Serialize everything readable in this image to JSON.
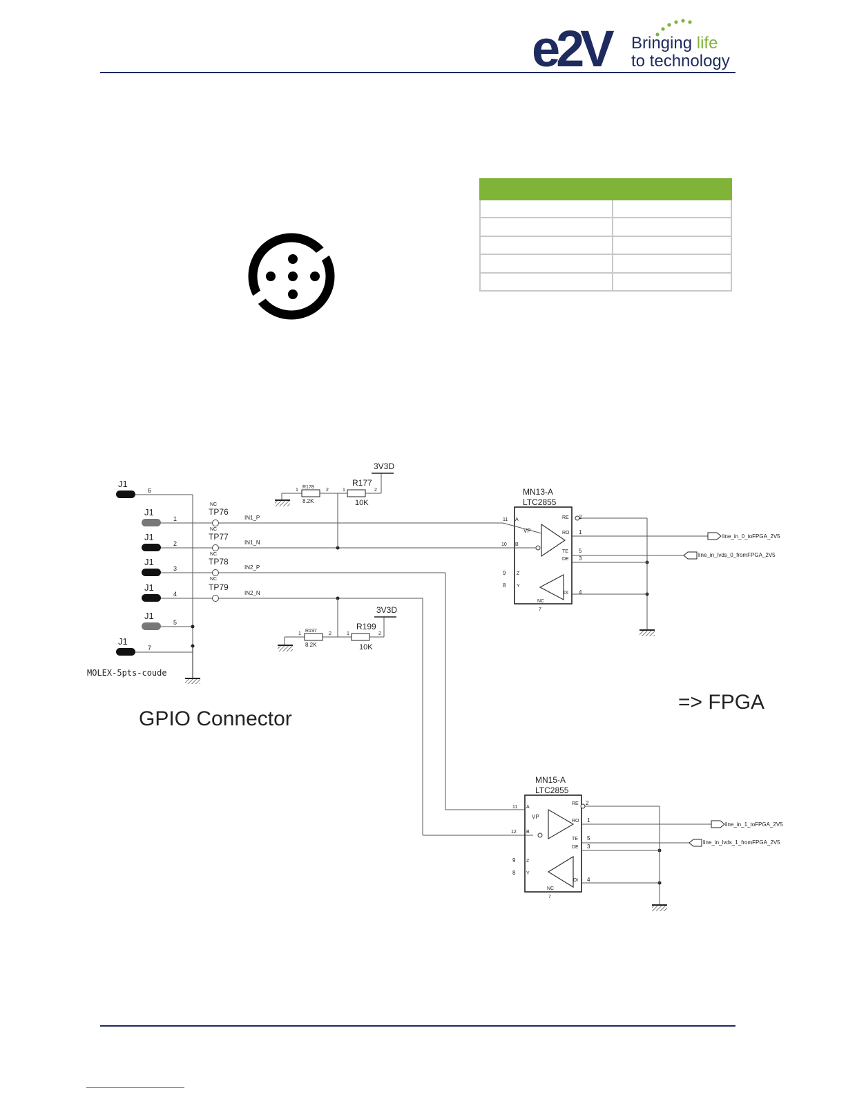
{
  "brand": {
    "logo_text": "e2V",
    "tagline_line1": "Bringing life",
    "tagline_line2": "to technology",
    "colors": {
      "navy": "#1d2b5e",
      "green": "#7fb438"
    }
  },
  "connector_icon": "round-5-pin-connector-icon",
  "pin_table": {
    "header": [
      "",
      ""
    ],
    "rows": [
      [
        "",
        ""
      ],
      [
        "",
        ""
      ],
      [
        "",
        ""
      ],
      [
        "",
        ""
      ],
      [
        "",
        ""
      ]
    ]
  },
  "schematic": {
    "connector": {
      "ref": "J1",
      "pins": [
        "6",
        "1",
        "2",
        "3",
        "4",
        "5",
        "7"
      ],
      "part": "MOLEX-5pts-coude"
    },
    "test_points": [
      {
        "nc": "NC",
        "ref": "TP76",
        "net": "IN1_P"
      },
      {
        "nc": "NC",
        "ref": "TP77",
        "net": "IN1_N"
      },
      {
        "nc": "NC",
        "ref": "TP78",
        "net": "IN2_P"
      },
      {
        "nc": "NC",
        "ref": "TP79",
        "net": "IN2_N"
      }
    ],
    "supply": "3V3D",
    "resistors_top": {
      "r1": {
        "ref": "R178",
        "value": "8.2K",
        "p1": "1",
        "p2": "2"
      },
      "r2": {
        "ref": "R177",
        "value": "10K",
        "p1": "1",
        "p2": "2"
      }
    },
    "resistors_bottom": {
      "r1": {
        "ref": "R197",
        "value": "8.2K",
        "p1": "1",
        "p2": "2"
      },
      "r2": {
        "ref": "R199",
        "value": "10K",
        "p1": "1",
        "p2": "2"
      }
    },
    "ic1": {
      "ref": "MN13-A",
      "part": "LTC2855",
      "pin_a": "11",
      "pin_b": "10",
      "pin_a_name": "A",
      "pin_b_name": "B",
      "pin_re": "RE",
      "pin_re_num": "2",
      "pin_ro": "RO",
      "pin_ro_num": "1",
      "pin_te": "TE",
      "pin_te_num": "5",
      "pin_de": "DE",
      "pin_de_num": "3",
      "pin_di": "DI",
      "pin_di_num": "4",
      "pin_z": "Z",
      "pin_z_num": "9",
      "pin_y": "Y",
      "pin_y_num": "8",
      "nc": "NC",
      "nc_num": "7",
      "vp": "VP"
    },
    "ic2": {
      "ref": "MN15-A",
      "part": "LTC2855",
      "pin_a": "11",
      "pin_b": "12",
      "pin_a_name": "A",
      "pin_b_name": "B",
      "pin_re": "RE",
      "pin_re_num": "2",
      "pin_ro": "RO",
      "pin_ro_num": "1",
      "pin_te": "TE",
      "pin_te_num": "5",
      "pin_de": "DE",
      "pin_de_num": "3",
      "pin_di": "DI",
      "pin_di_num": "4",
      "pin_z": "Z",
      "pin_z_num": "9",
      "pin_y": "Y",
      "pin_y_num": "8",
      "nc": "NC",
      "nc_num": "7",
      "vp": "VP"
    },
    "ports": {
      "out1": "line_in_0_toFPGA_2V5",
      "in1": "line_in_lvds_0_fromFPGA_2V5",
      "out2": "line_in_1_toFPGA_2V5",
      "in2": "line_in_lvds_1_fromFPGA_2V5"
    }
  },
  "labels": {
    "gpio": "GPIO Connector",
    "fpga": "=> FPGA"
  }
}
